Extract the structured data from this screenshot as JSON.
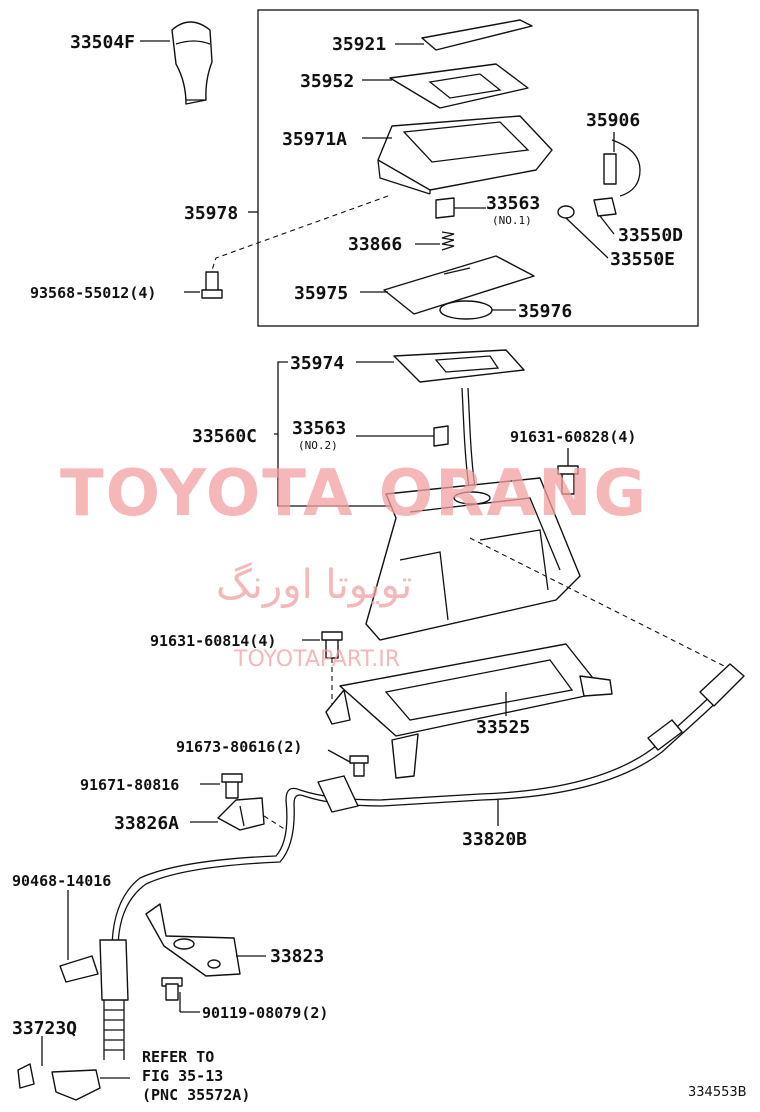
{
  "labels": {
    "p33504F": "33504F",
    "p35921": "35921",
    "p35952": "35952",
    "p35971A": "35971A",
    "p35906": "35906",
    "p35978": "35978",
    "p33563a": "33563",
    "p33563a_sub": "(NO.1)",
    "p33866": "33866",
    "p33550D": "33550D",
    "p33550E": "33550E",
    "p93568": "93568-55012(4)",
    "p35975": "35975",
    "p35976": "35976",
    "p35974": "35974",
    "p33560C": "33560C",
    "p33563b": "33563",
    "p33563b_sub": "(NO.2)",
    "p91631_828": "91631-60828(4)",
    "p91631_814": "91631-60814(4)",
    "p33525": "33525",
    "p91673": "91673-80616(2)",
    "p91671": "91671-80816",
    "p33826A": "33826A",
    "p33820B": "33820B",
    "p90468": "90468-14016",
    "p33823": "33823",
    "p90119": "90119-08079(2)",
    "p33723Q": "33723Q",
    "refer1": "REFER TO",
    "refer2": "FIG 35-13",
    "refer3": "(PNC 35572A)"
  },
  "watermark": {
    "main": "TOYOTA ORANG",
    "persian": "تویوتا اورنگ",
    "site": "TOYOTAPART.IR"
  },
  "figure_number": "334553B",
  "colors": {
    "ink": "#111111",
    "watermark": "#f2a0a0"
  }
}
